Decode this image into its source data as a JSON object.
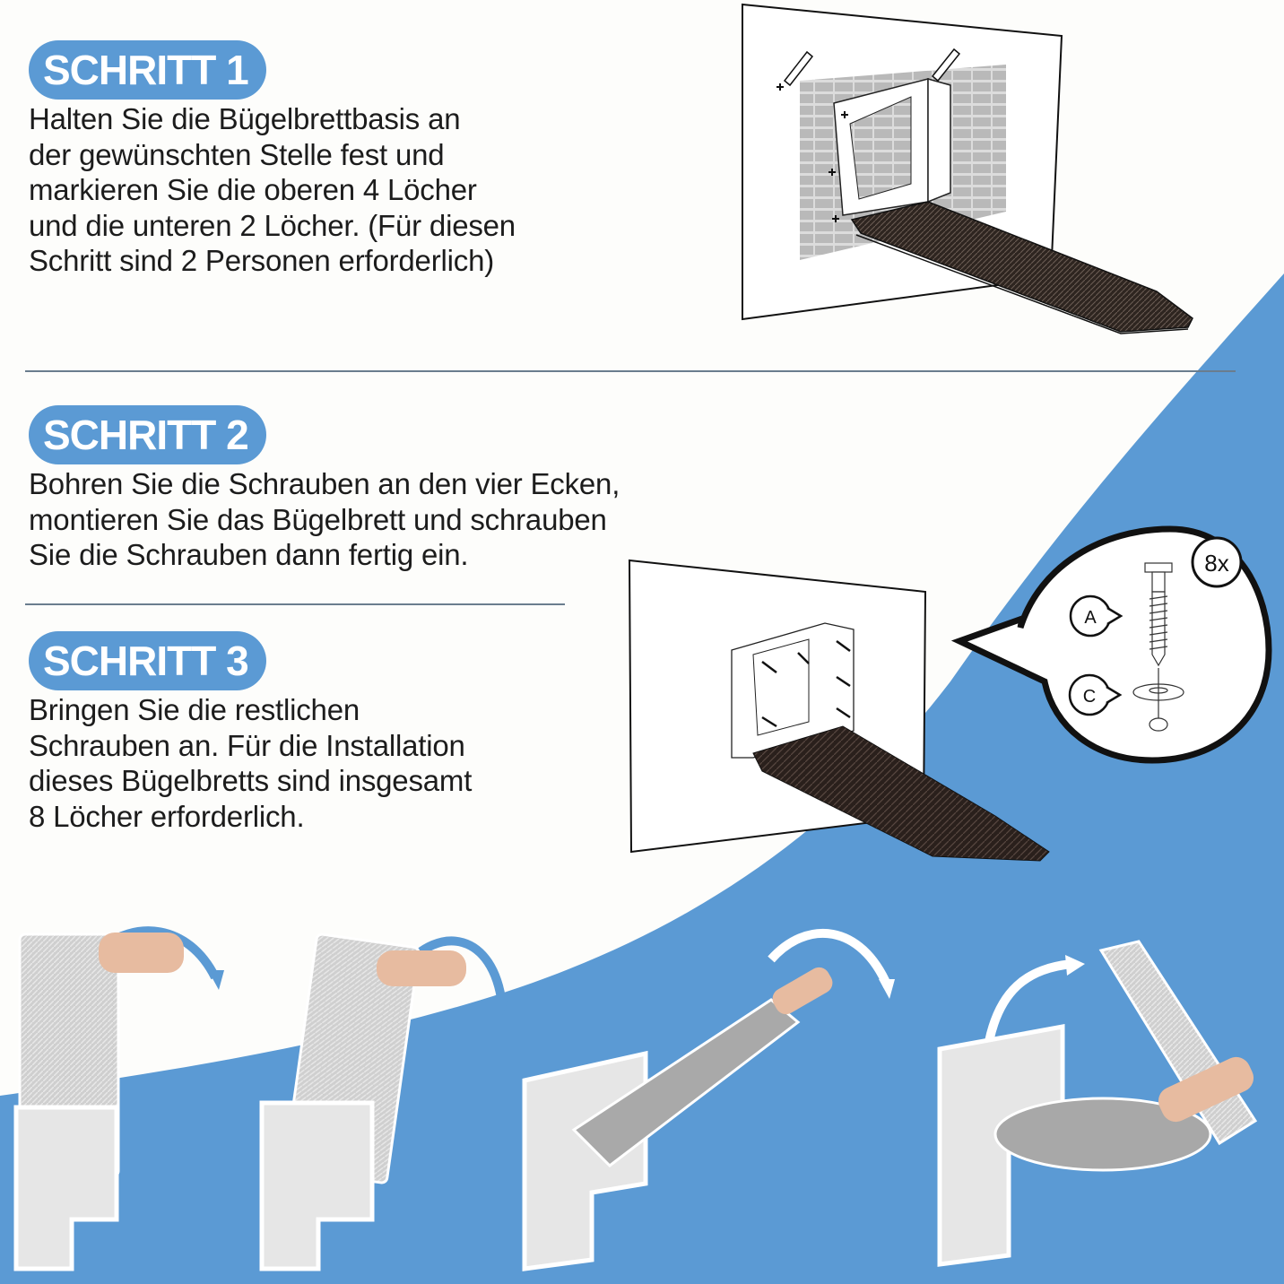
{
  "colors": {
    "accent_blue": "#5b9ad4",
    "background": "#fdfdfb",
    "text": "#1c1c1c",
    "divider": "#6a7d8e"
  },
  "steps": [
    {
      "label": "SCHRITT 1",
      "text": "Halten Sie die Bügelbrettbasis an\nder gewünschten Stelle fest und\nmarkieren Sie die oberen 4 Löcher\nund die unteren 2 Löcher. (Für diesen\nSchritt sind 2 Personen erforderlich)"
    },
    {
      "label": "SCHRITT 2",
      "text": "Bohren Sie die Schrauben an den vier Ecken,\nmontieren Sie das Bügelbrett und schrauben\nSie die Schrauben dann fertig ein."
    },
    {
      "label": "SCHRITT 3",
      "text": "Bringen Sie die restlichen\nSchrauben an. Für die Installation\ndieses Bügelbretts sind insgesamt\n8 Löcher erforderlich."
    }
  ],
  "callout": {
    "quantity": "8x",
    "parts": [
      {
        "letter": "A",
        "name": "screw"
      },
      {
        "letter": "C",
        "name": "washer"
      }
    ]
  },
  "photos": [
    {
      "caption": "fold-step-1"
    },
    {
      "caption": "fold-step-2"
    },
    {
      "caption": "fold-step-3"
    },
    {
      "caption": "fold-step-4"
    }
  ]
}
